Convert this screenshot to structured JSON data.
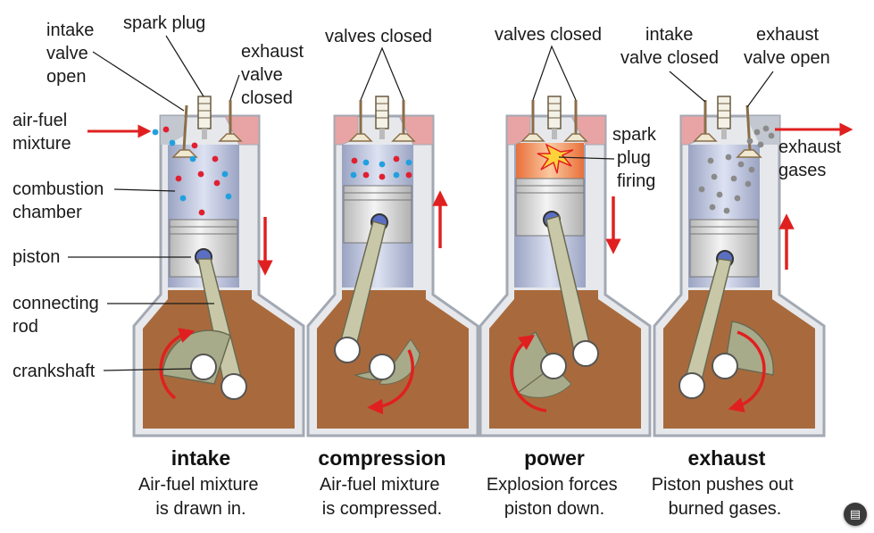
{
  "strokes": [
    {
      "id": "intake",
      "title": "intake",
      "caption": [
        "Air-fuel mixture",
        "is drawn in."
      ]
    },
    {
      "id": "compression",
      "title": "compression",
      "caption": [
        "Air-fuel mixture",
        "is compressed."
      ]
    },
    {
      "id": "power",
      "title": "power",
      "caption": [
        "Explosion forces",
        "piston down."
      ]
    },
    {
      "id": "exhaust",
      "title": "exhaust",
      "caption": [
        "Piston pushes out",
        "burned gases."
      ]
    }
  ],
  "labels": {
    "intake_valve_open": [
      "intake",
      "valve",
      "open"
    ],
    "spark_plug": "spark plug",
    "exhaust_valve_closed": [
      "exhaust",
      "valve",
      "closed"
    ],
    "air_fuel_mixture": [
      "air-fuel",
      "mixture"
    ],
    "combustion_chamber": [
      "combustion",
      "chamber"
    ],
    "piston": "piston",
    "connecting_rod": [
      "connecting",
      "rod"
    ],
    "crankshaft": "crankshaft",
    "valves_closed_2": "valves closed",
    "valves_closed_3": "valves closed",
    "spark_plug_firing": [
      "spark",
      "plug",
      "firing"
    ],
    "intake_valve_closed": [
      "intake",
      "valve closed"
    ],
    "exhaust_valve_open": [
      "exhaust",
      "valve open"
    ],
    "exhaust_gases": [
      "exhaust",
      "gases"
    ]
  },
  "colors": {
    "block_outline": "#a3a9b3",
    "block_fill": "#e6e8ec",
    "crankcase": "#a86a3c",
    "cylinder": "#b8bfd6",
    "piston": "#d9d9d9",
    "rod": "#c8c8a8",
    "arrow": "#e02020",
    "dot_red": "#e02030",
    "dot_blue": "#20a0e0",
    "firing": "#f08040"
  },
  "corner_icon": "menu-icon"
}
